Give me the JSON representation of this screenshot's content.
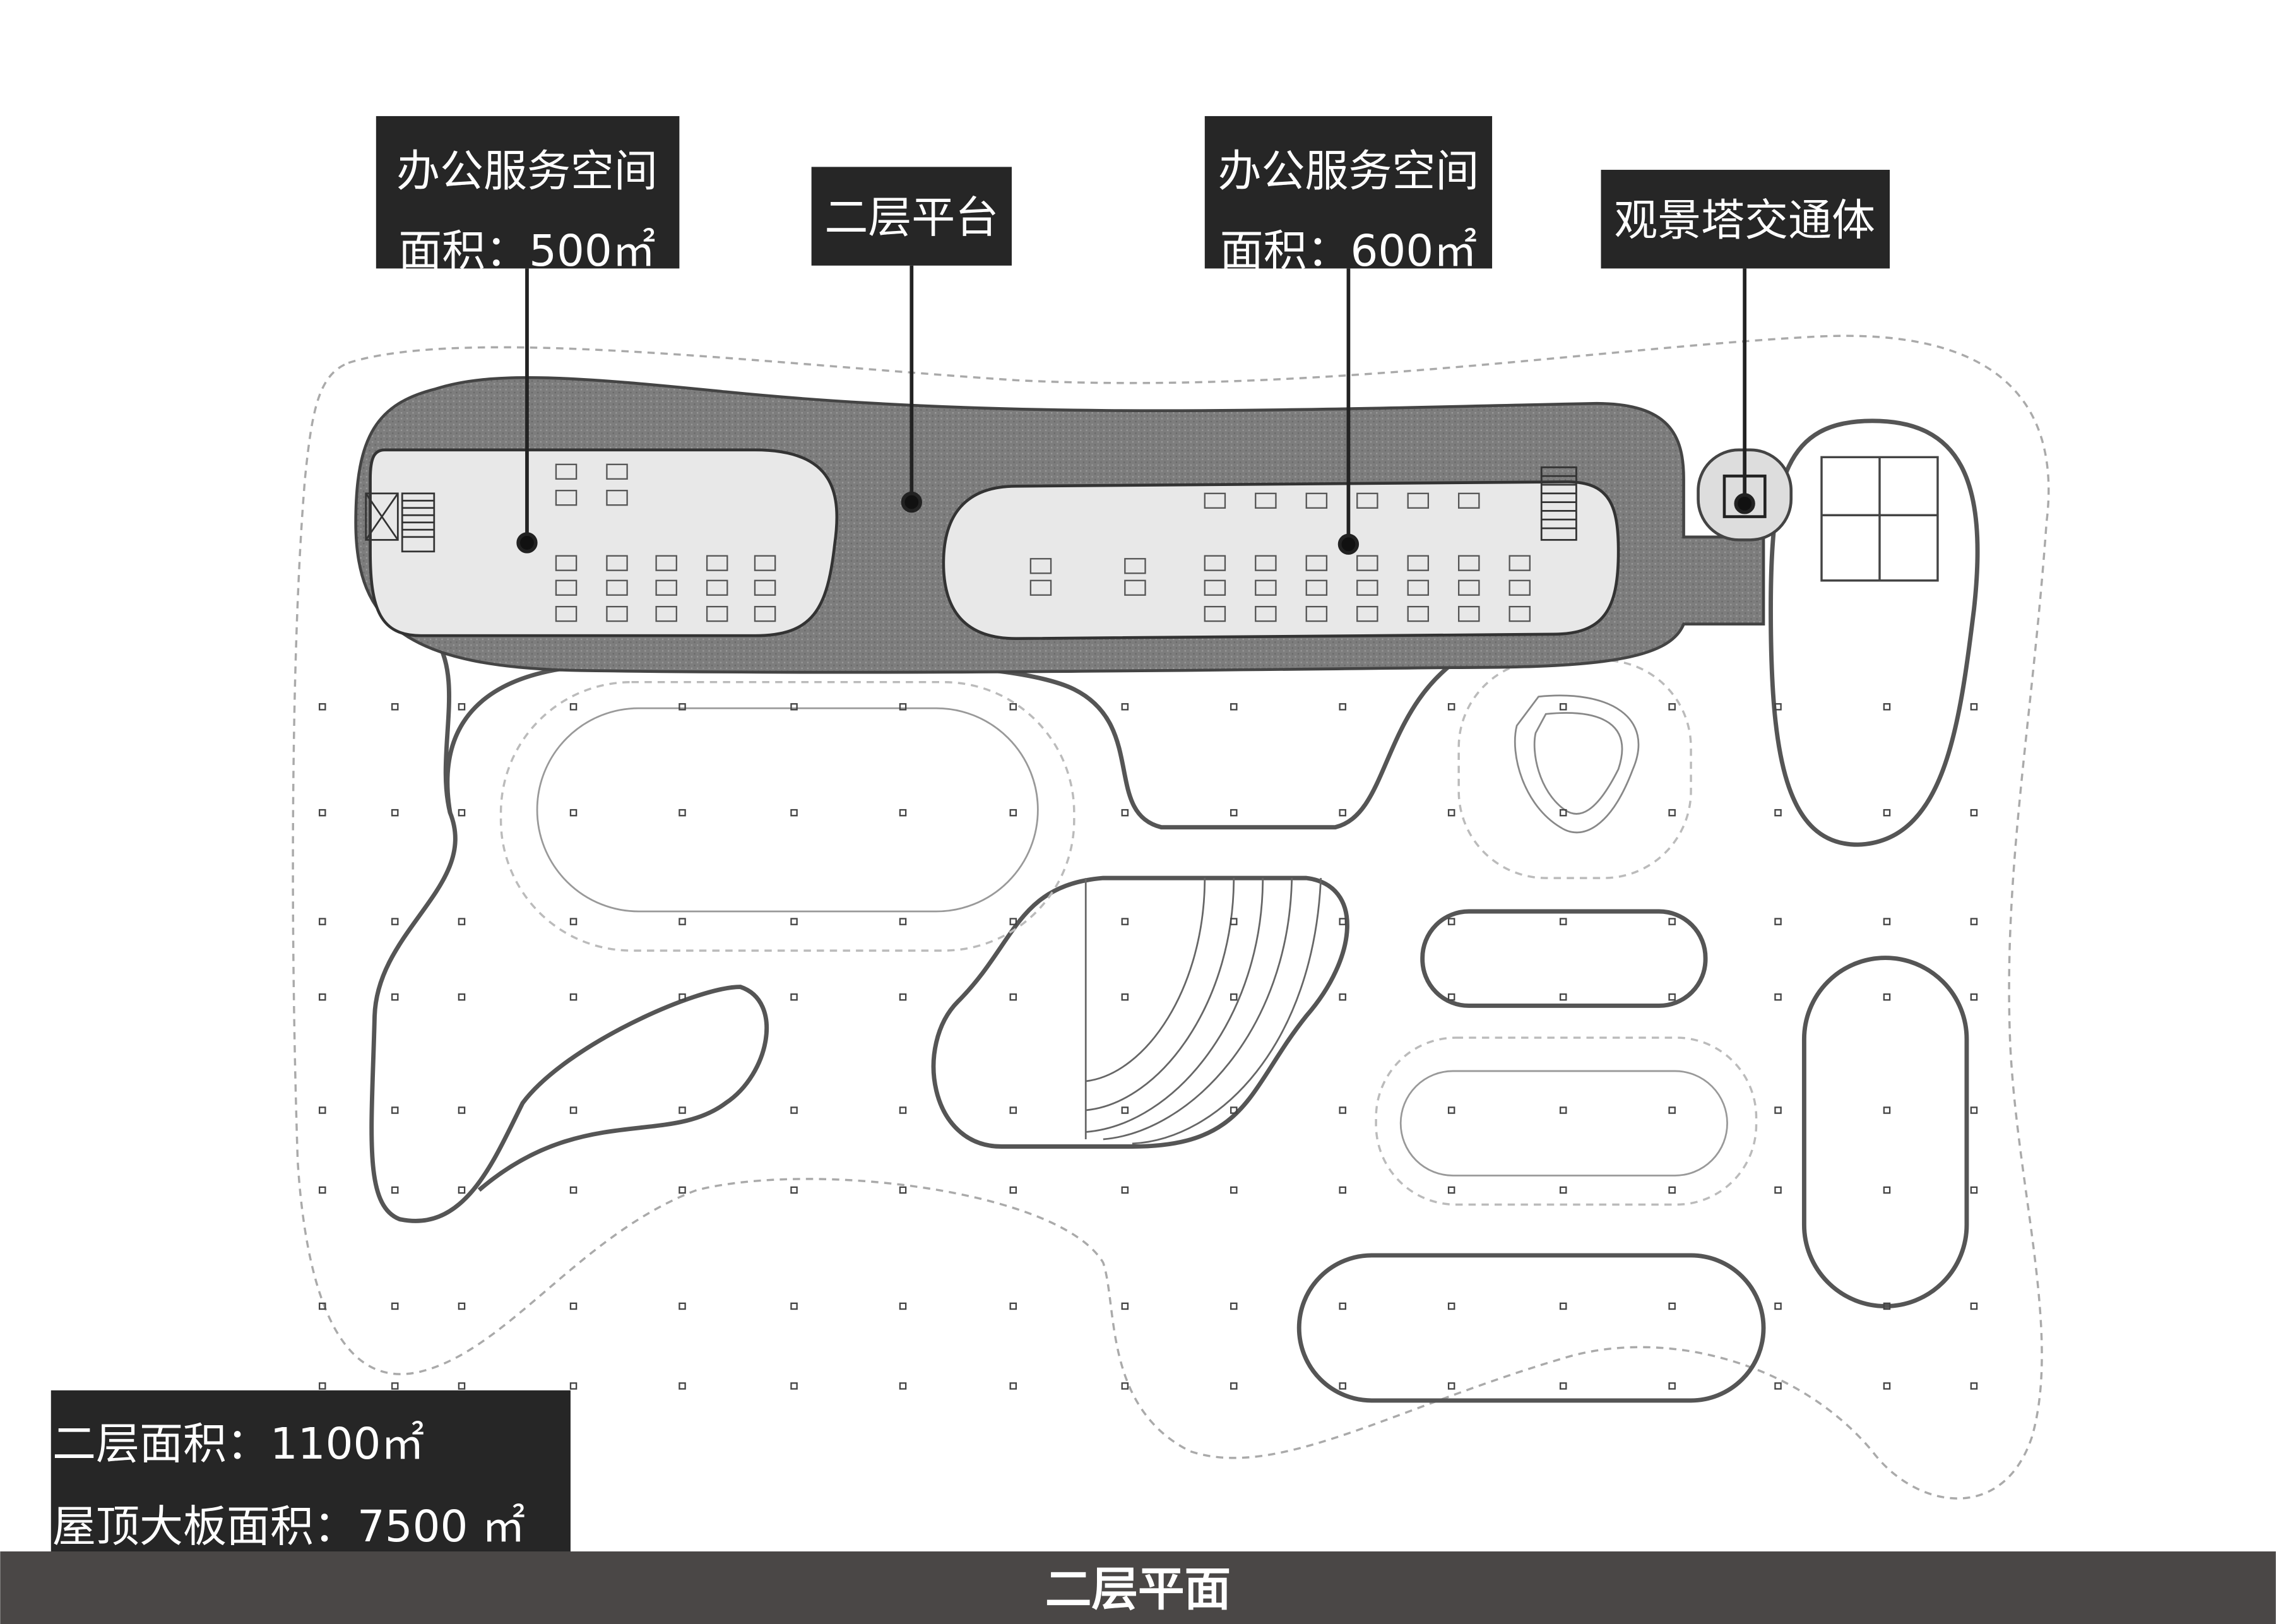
{
  "callouts": [
    {
      "title": "办公服务空间",
      "area": "面积：500㎡"
    },
    {
      "title": "二层平台"
    },
    {
      "title": "办公服务空间",
      "area": "面积：600㎡"
    },
    {
      "title": "观景塔交通体"
    }
  ],
  "summary": {
    "floor_area": "二层面积：1100㎡",
    "roof_area": "屋顶大板面积：7500 ㎡"
  },
  "footer": {
    "title": "二层平面"
  },
  "colors": {
    "label_bg": "#262626",
    "footer_bg": "#4a4746",
    "platform": "#7a7a7a",
    "office": "#e6e6e6",
    "line": "#555555"
  }
}
